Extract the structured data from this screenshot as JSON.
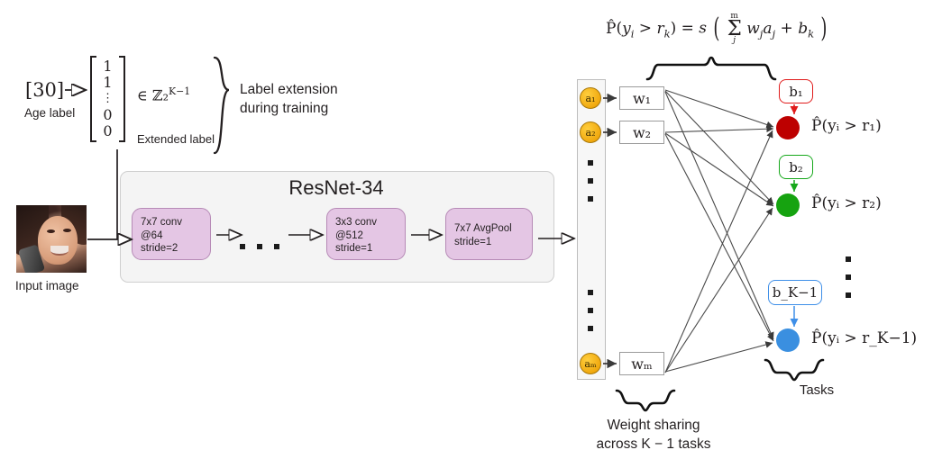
{
  "figure": {
    "title": "CORAL ordinal regression network diagram",
    "colors": {
      "conv_fill": "#e4c6e4",
      "conv_border": "#b68ab6",
      "resnet_fill": "#f4f4f4",
      "activation_fill": "#f0a80e",
      "task1": "#bd0000",
      "task2": "#16a310",
      "taskK": "#3a8fe0"
    }
  },
  "left_panel": {
    "age_label_value": "[30]",
    "age_label_caption": "Age label",
    "arrow": "open-arrow-right",
    "extended_label_vector": [
      "1",
      "1",
      "⋮",
      "0",
      "0"
    ],
    "membership": "∈ ℤ₂",
    "membership_exponent": "K−1",
    "extended_label_caption": "Extended label",
    "brace_caption_line1": "Label extension",
    "brace_caption_line2": "during training"
  },
  "input": {
    "caption": "Input image",
    "alt": "portrait photo of a smiling woman holding a phone"
  },
  "resnet": {
    "title": "ResNet-34",
    "blocks": [
      {
        "line1": "7x7 conv",
        "line2": "@64",
        "line3": "stride=2"
      },
      {
        "line1": "3x3 conv",
        "line2": "@512",
        "line3": "stride=1"
      },
      {
        "line1": "7x7 AvgPool",
        "line2": "stride=1",
        "line3": ""
      }
    ],
    "ellipsis": "• • •"
  },
  "penultimate": {
    "nodes": [
      "a₁",
      "a₂",
      "aₘ"
    ],
    "ellipsis_count": 3
  },
  "weights": {
    "boxes": [
      "w₁",
      "w₂",
      "wₘ"
    ],
    "caption_line1": "Weight sharing",
    "caption_line2": "across K − 1 tasks"
  },
  "biases": {
    "boxes": [
      "b₁",
      "b₂",
      "b_K−1"
    ]
  },
  "outputs": {
    "labels": [
      "P̂(yᵢ > r₁)",
      "P̂(yᵢ > r₂)",
      "P̂(yᵢ > r_K−1)"
    ],
    "caption": "Tasks"
  },
  "formula": {
    "text": "P̂(yᵢ > r_k) = s( Σⱼᵐ wⱼaⱼ + b_k )"
  }
}
